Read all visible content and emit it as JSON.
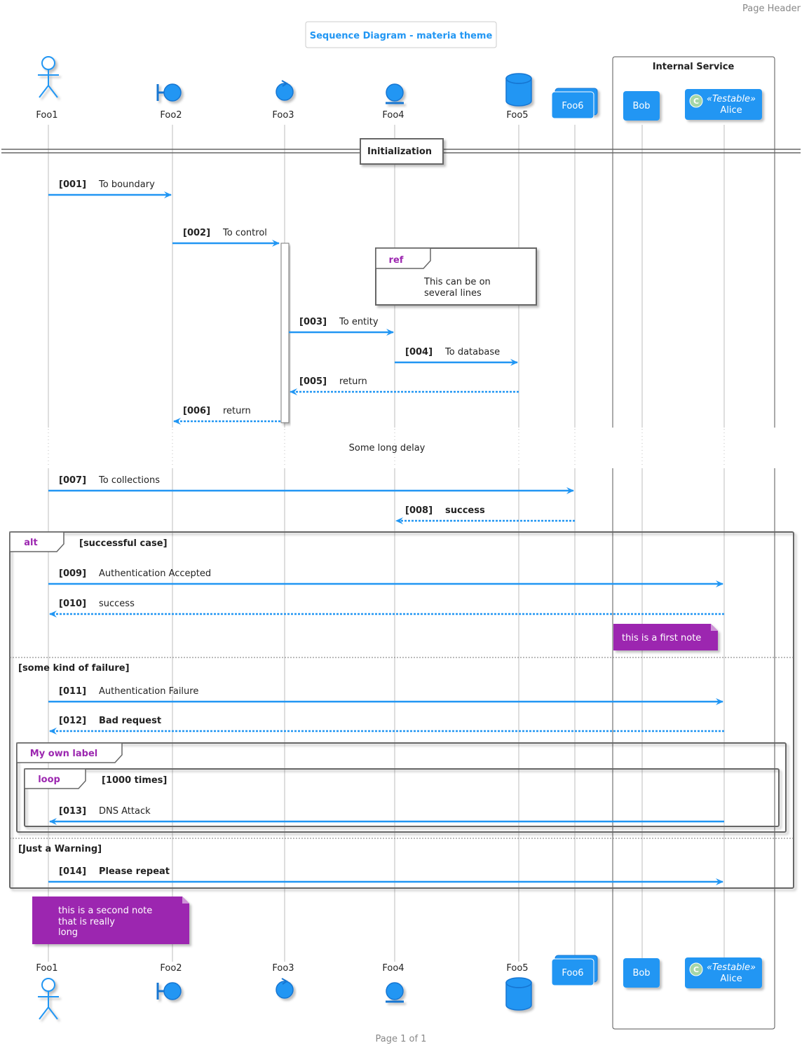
{
  "page_header": "Page Header",
  "page_footer": "Page 1 of 1",
  "title": "Sequence Diagram - materia theme",
  "box_title": "Internal Service",
  "divider_label": "Initialization",
  "delay_label": "Some long delay",
  "participants": [
    {
      "id": "foo1",
      "name": "Foo1",
      "kind": "actor"
    },
    {
      "id": "foo2",
      "name": "Foo2",
      "kind": "boundary"
    },
    {
      "id": "foo3",
      "name": "Foo3",
      "kind": "control"
    },
    {
      "id": "foo4",
      "name": "Foo4",
      "kind": "entity"
    },
    {
      "id": "foo5",
      "name": "Foo5",
      "kind": "database"
    },
    {
      "id": "foo6",
      "name": "Foo6",
      "kind": "collections"
    },
    {
      "id": "bob",
      "name": "Bob",
      "kind": "participant"
    },
    {
      "id": "alice",
      "name": "Alice",
      "kind": "class",
      "stereotype": "«Testable»",
      "badge": "C"
    }
  ],
  "messages": [
    {
      "num": "[001]",
      "label": "To boundary",
      "from": "foo1",
      "to": "foo2",
      "type": "sync"
    },
    {
      "num": "[002]",
      "label": "To control",
      "from": "foo2",
      "to": "foo3",
      "type": "sync"
    },
    {
      "num": "[003]",
      "label": "To entity",
      "from": "foo3",
      "to": "foo4",
      "type": "sync"
    },
    {
      "num": "[004]",
      "label": "To database",
      "from": "foo4",
      "to": "foo5",
      "type": "sync"
    },
    {
      "num": "[005]",
      "label": "return",
      "from": "foo5",
      "to": "foo3",
      "type": "return"
    },
    {
      "num": "[006]",
      "label": "return",
      "from": "foo3",
      "to": "foo2",
      "type": "return"
    },
    {
      "num": "[007]",
      "label": "To collections",
      "from": "foo1",
      "to": "foo6",
      "type": "sync"
    },
    {
      "num": "[008]",
      "label": "success",
      "from": "foo6",
      "to": "foo4",
      "type": "return",
      "color": "#4CAF50"
    },
    {
      "num": "[009]",
      "label": "Authentication Accepted",
      "from": "foo1",
      "to": "alice",
      "type": "sync"
    },
    {
      "num": "[010]",
      "label": "success",
      "from": "alice",
      "to": "foo1",
      "type": "return"
    },
    {
      "num": "[011]",
      "label": "Authentication Failure",
      "from": "foo1",
      "to": "alice",
      "type": "sync"
    },
    {
      "num": "[012]",
      "label": "Bad request",
      "from": "alice",
      "to": "foo1",
      "type": "return",
      "color": "#e53935"
    },
    {
      "num": "[013]",
      "label": "DNS Attack",
      "from": "alice",
      "to": "foo1",
      "type": "sync"
    },
    {
      "num": "[014]",
      "label": "Please repeat",
      "from": "foo1",
      "to": "alice",
      "type": "sync",
      "color": "#ff9800"
    }
  ],
  "ref": {
    "keyword": "ref",
    "text_lines": [
      "This can be on",
      "several lines"
    ]
  },
  "alt": {
    "keyword": "alt",
    "guard": "[successful case]",
    "else1": "[some kind of failure]",
    "else2": "[Just a Warning]"
  },
  "group": {
    "label": "My own label"
  },
  "loop": {
    "keyword": "loop",
    "guard": "[1000 times]"
  },
  "notes": {
    "first": {
      "lines": [
        "this is a first note"
      ]
    },
    "second": {
      "lines": [
        "this is a second note",
        "that is really",
        "long"
      ]
    }
  },
  "colors": {
    "primary": "#2196F3",
    "note": "#9c27b0",
    "keyword": "#9c27b0",
    "title": "#2196F3"
  }
}
